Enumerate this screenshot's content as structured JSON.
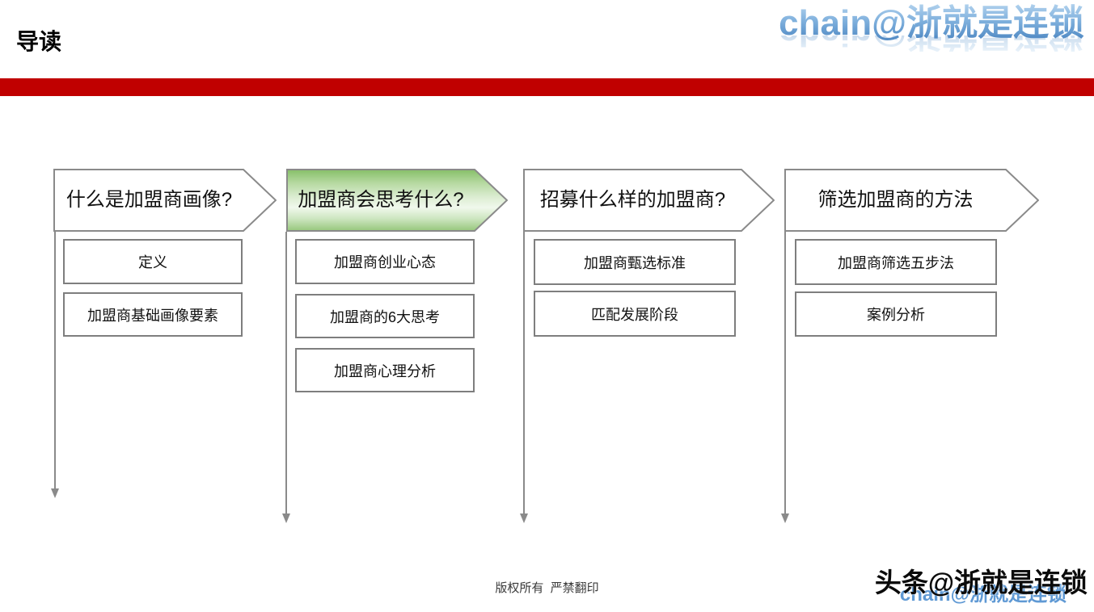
{
  "page": {
    "title": "导读",
    "watermark_top": "chain@浙就是连锁",
    "watermark_bottom_front": "头条@浙就是连锁",
    "watermark_bottom_back": "chain@浙就是连锁",
    "footer": "版权所有  严禁翻印"
  },
  "colors": {
    "divider_red": "#c00000",
    "outline_gray": "#8a8a8a",
    "highlight_green_dark": "#86bf68",
    "highlight_green_light": "#f0f8ec",
    "watermark_blue": "#4e8fd0"
  },
  "columns": [
    {
      "header": "什么是加盟商画像?",
      "highlighted": false,
      "items": [
        "定义",
        "加盟商基础画像要素"
      ]
    },
    {
      "header": "加盟商会思考什么?",
      "highlighted": true,
      "items": [
        "加盟商创业心态",
        "加盟商的6大思考",
        "加盟商心理分析"
      ]
    },
    {
      "header": "招募什么样的加盟商?",
      "highlighted": false,
      "items": [
        "加盟商甄选标准",
        "匹配发展阶段"
      ]
    },
    {
      "header": "筛选加盟商的方法",
      "highlighted": false,
      "items": [
        "加盟商筛选五步法",
        "案例分析"
      ]
    }
  ]
}
